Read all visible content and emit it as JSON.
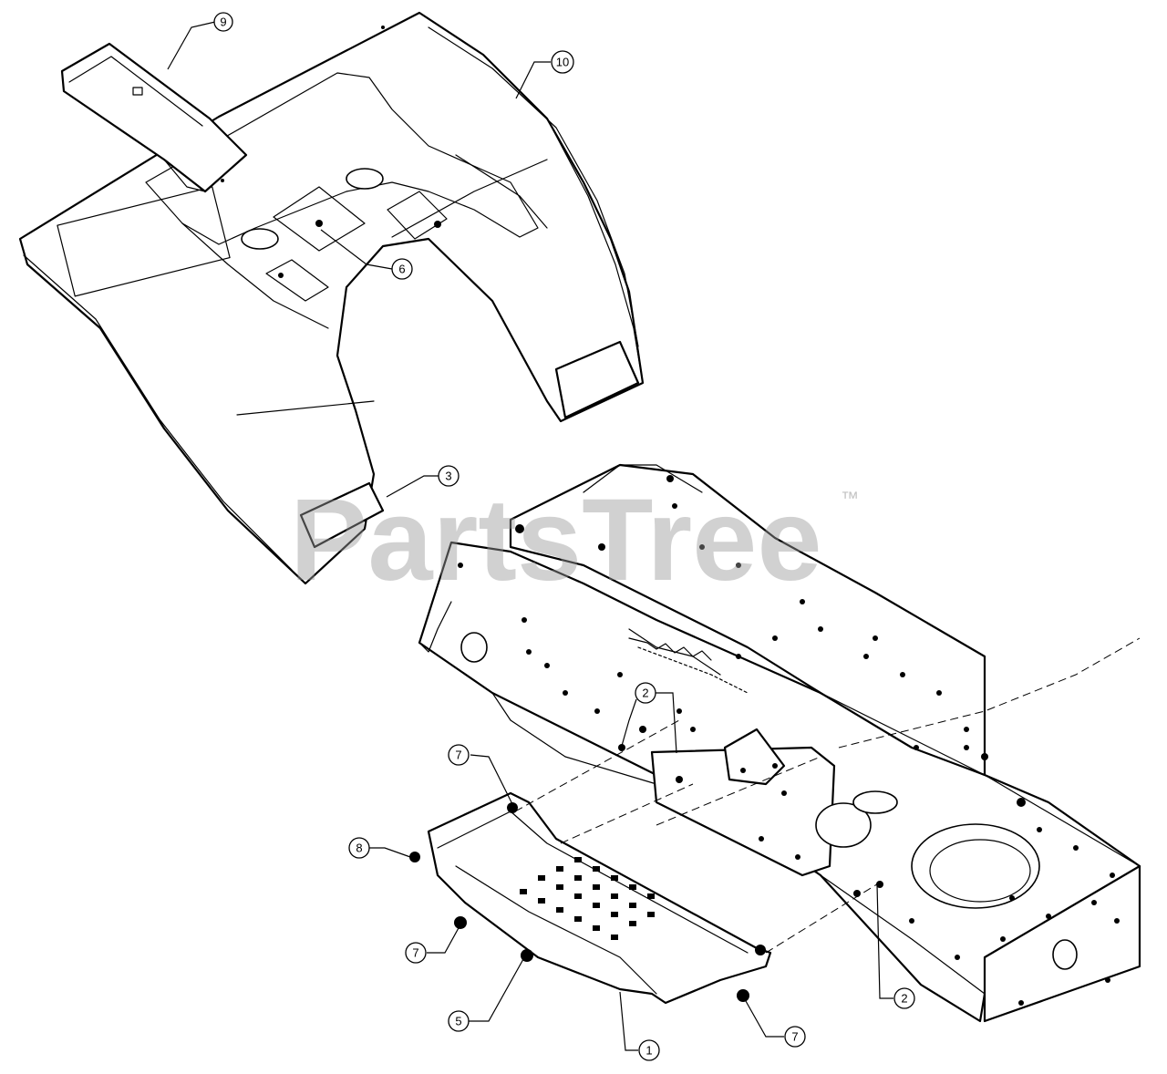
{
  "watermark": {
    "text": "PartsTree",
    "trademark": "™"
  },
  "callouts": [
    "1",
    "2",
    "2",
    "3",
    "5",
    "6",
    "7",
    "7",
    "7",
    "8",
    "9",
    "10"
  ]
}
